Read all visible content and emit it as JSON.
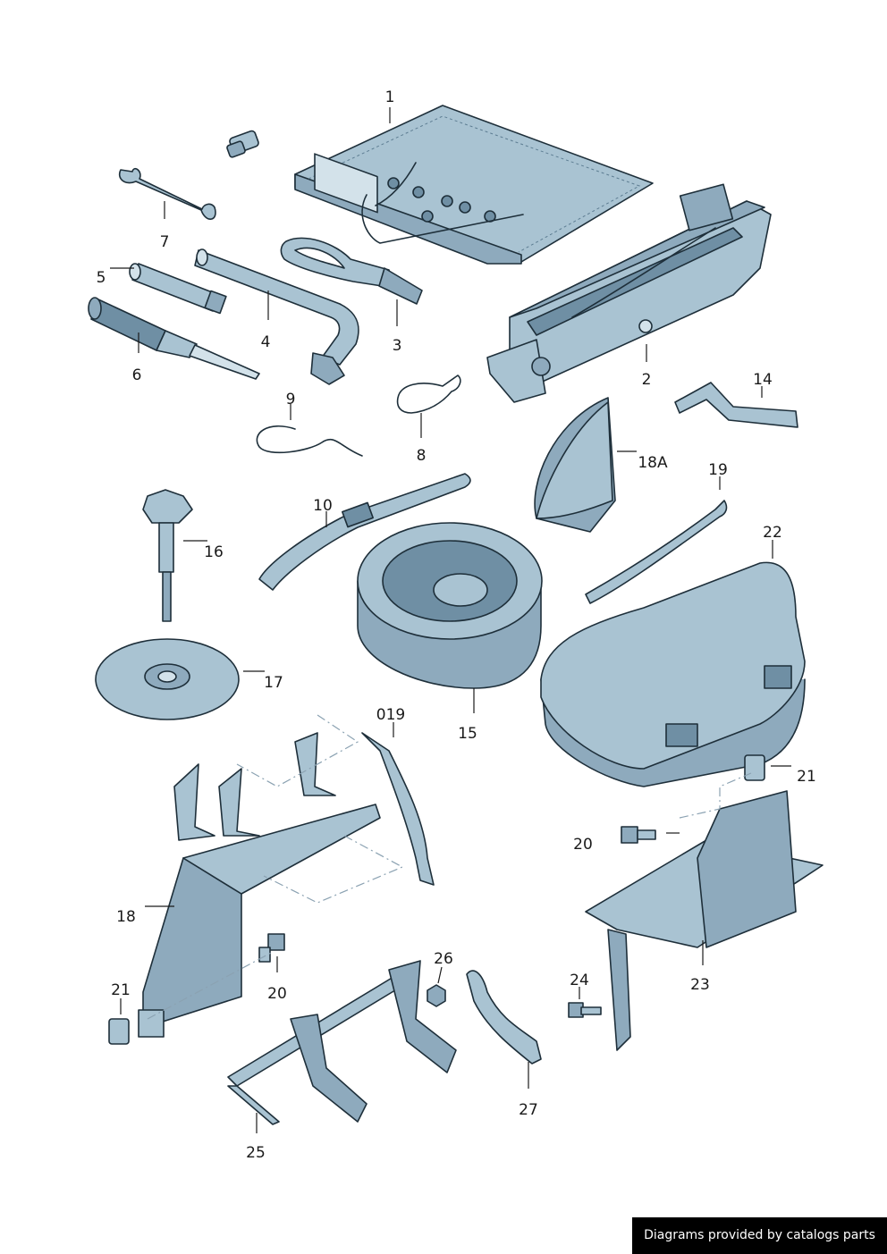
{
  "labels": {
    "l1": "1",
    "l2": "2",
    "l3": "3",
    "l4": "4",
    "l5": "5",
    "l6": "6",
    "l7": "7",
    "l8": "8",
    "l9": "9",
    "l10": "10",
    "l14": "14",
    "l15": "15",
    "l16": "16",
    "l17": "17",
    "l18": "18",
    "l18a": "18A",
    "l19": "19",
    "l019": "019",
    "l20a": "20",
    "l20b": "20",
    "l21a": "21",
    "l21b": "21",
    "l22": "22",
    "l23": "23",
    "l24": "24",
    "l25": "25",
    "l26": "26",
    "l27": "27"
  },
  "credit": "Diagrams provided by catalogs parts",
  "colors": {
    "part_light": "#a9c3d2",
    "part_mid": "#8eaabd",
    "part_dark": "#6f8fa4",
    "outline": "#1e2f3a"
  }
}
